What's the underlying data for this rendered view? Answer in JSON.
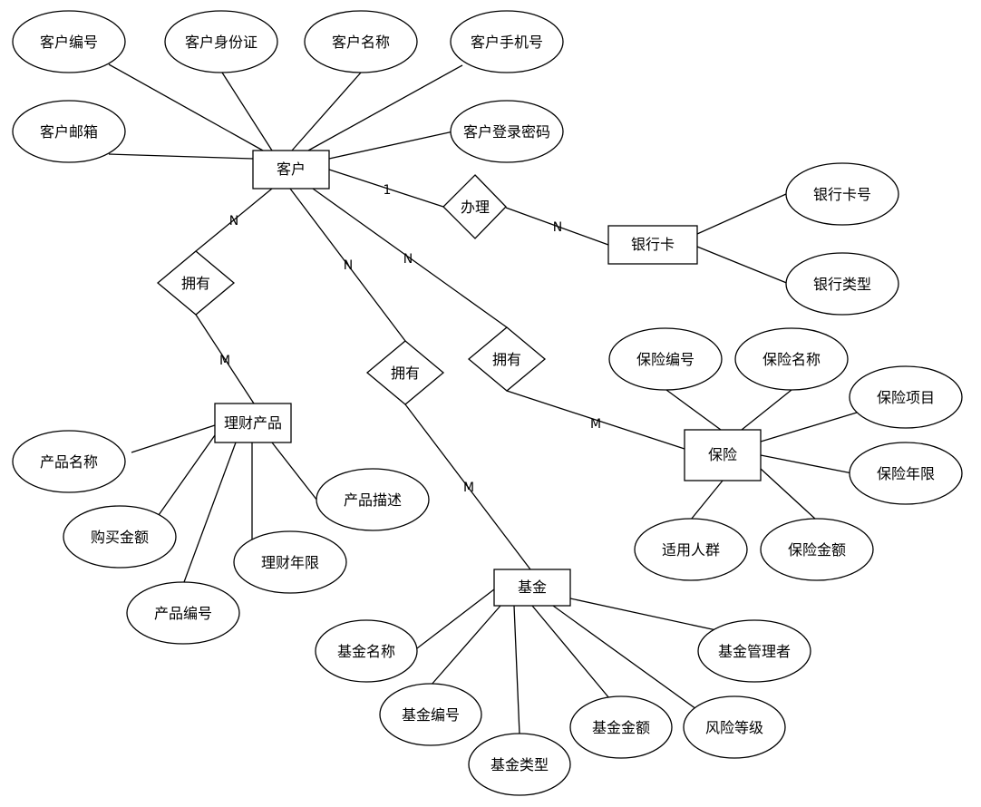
{
  "entities": {
    "customer": "客户",
    "bank_card": "银行卡",
    "wealth_product": "理财产品",
    "fund": "基金",
    "insurance": "保险"
  },
  "relationships": {
    "handle": "办理",
    "own_wealth": "拥有",
    "own_fund": "拥有",
    "own_insurance": "拥有"
  },
  "attributes": {
    "customer_id": "客户编号",
    "customer_idcard": "客户身份证",
    "customer_name": "客户名称",
    "customer_phone": "客户手机号",
    "customer_email": "客户邮箱",
    "customer_password": "客户登录密码",
    "card_number": "银行卡号",
    "card_type": "银行类型",
    "product_name": "产品名称",
    "purchase_amount": "购买金额",
    "product_id": "产品编号",
    "wealth_term": "理财年限",
    "product_desc": "产品描述",
    "fund_name": "基金名称",
    "fund_id": "基金编号",
    "fund_type": "基金类型",
    "fund_amount": "基金金额",
    "risk_level": "风险等级",
    "fund_manager": "基金管理者",
    "ins_id": "保险编号",
    "ins_name": "保险名称",
    "ins_item": "保险项目",
    "ins_term": "保险年限",
    "ins_amount": "保险金额",
    "target_group": "适用人群"
  },
  "cardinalities": {
    "customer_handle": "1",
    "handle_card": "N",
    "customer_own_wealth": "N",
    "own_wealth_product": "M",
    "customer_own_fund": "N",
    "own_fund_fund": "M",
    "customer_own_ins": "N",
    "own_ins_insurance": "M"
  }
}
